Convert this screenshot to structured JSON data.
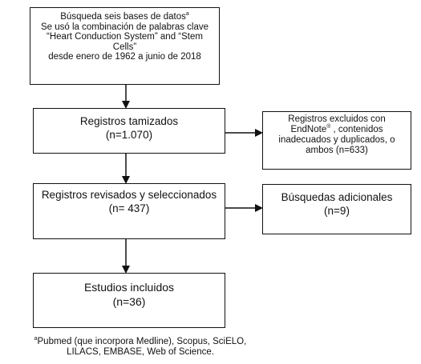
{
  "boxes": {
    "search": {
      "lines": [
        "Búsqueda seis bases de datos",
        "Se usó la combinación de palabras clave",
        "“Heart Conduction System” and “Stem",
        "Cells”",
        "desde enero de 1962 a junio de 2018"
      ],
      "marker": "a"
    },
    "screened": {
      "title": "Registros tamizados",
      "count": "(n=1.070)"
    },
    "excluded": {
      "line1": "Registros excluidos con",
      "line2_prefix": "EndNote",
      "line2_suffix": " , contenidos",
      "line3": "inadecuados y duplicados, o",
      "line4": "ambos (n=633)",
      "registered_mark": "®"
    },
    "reviewed": {
      "title": "Registros revisados y seleccionados",
      "count": "(n= 437)"
    },
    "additional": {
      "title": "Búsquedas adicionales",
      "count": "(n=9)"
    },
    "included": {
      "title": "Estudios incluidos",
      "count": "(n=36)"
    }
  },
  "footnote": {
    "marker": "a",
    "line1": "Pubmed (que incorpora Medline), Scopus, SciELO,",
    "line2": "LILACS, EMBASE, Web of Science."
  }
}
